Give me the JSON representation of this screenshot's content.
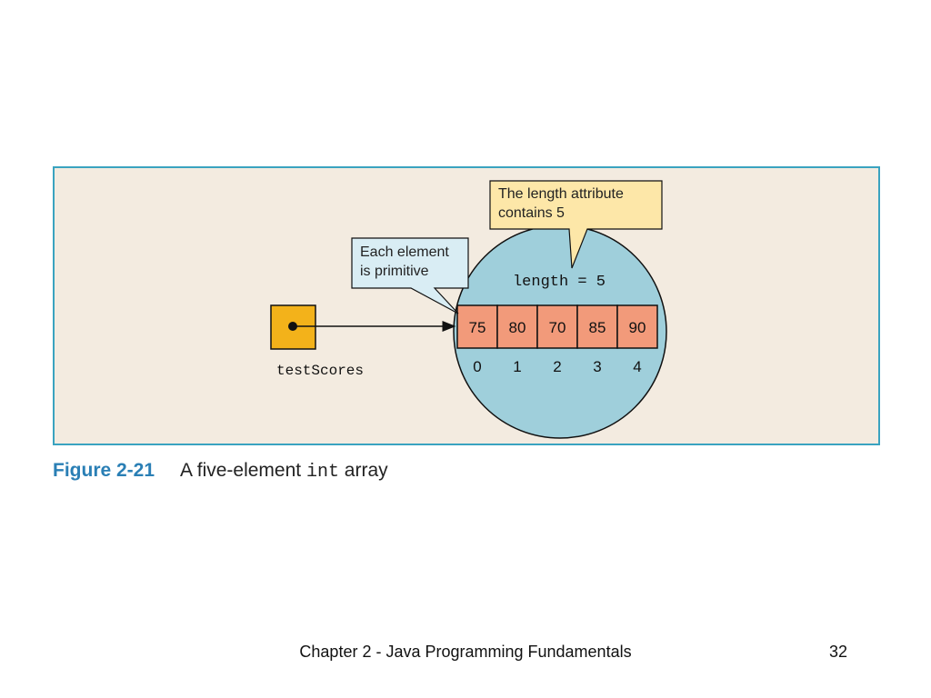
{
  "figure": {
    "variable_name": "testScores",
    "length_expression": "length = 5",
    "callout_length": [
      "The length attribute",
      "contains 5"
    ],
    "callout_primitive": [
      "Each element",
      "is primitive"
    ],
    "elements": [
      "75",
      "80",
      "70",
      "85",
      "90"
    ],
    "indices": [
      "0",
      "1",
      "2",
      "3",
      "4"
    ],
    "colors": {
      "panel_bg": "#f3ebe0",
      "panel_border": "#3aa3c0",
      "array_circle": "#9fcfdb",
      "cell_fill": "#f29a7a",
      "reference_box": "#f3b21a",
      "callout_yellow": "#fde7a8",
      "callout_blue": "#d9edf4"
    }
  },
  "caption": {
    "label": "Figure 2-21",
    "text_before": "A five-element ",
    "code": "int",
    "text_after": " array"
  },
  "footer": {
    "title": "Chapter 2 - Java Programming Fundamentals",
    "page_number": "32"
  }
}
